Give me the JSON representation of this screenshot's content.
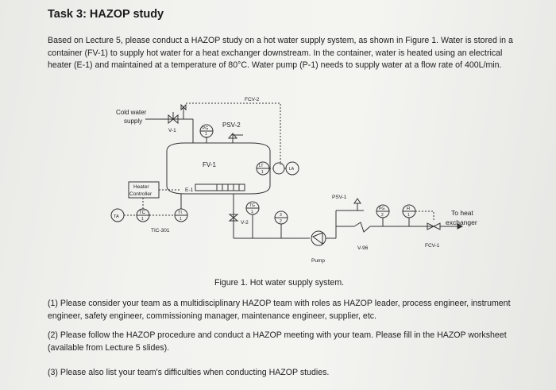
{
  "document": {
    "title": "Task 3: HAZOP study",
    "intro": "Based on Lecture 5, please conduct a HAZOP study on a hot water supply system, as shown in Figure 1. Water is stored in a container (FV-1) to supply hot water for a heat exchanger downstream. In the container, water is heated using an electrical heater (E-1) and maintained at a temperature of 80°C. Water pump (P-1) needs to supply water at a flow rate of 400L/min.",
    "caption": "Figure 1. Hot water supply system.",
    "questions": [
      "(1) Please consider your team as a multidisciplinary HAZOP team with roles as HAZOP leader, process engineer, instrument engineer, safety engineer, commissioning manager, maintenance engineer, supplier, etc.",
      "(2) Please follow the HAZOP procedure and conduct a HAZOP meeting with your team. Please fill in the HAZOP worksheet (available from Lecture 5 slides).",
      "(3) Please also list your team's difficulties when conducting HAZOP studies."
    ]
  },
  "diagram": {
    "cold_water_1": "Cold water",
    "cold_water_2": "supply",
    "v1": "V-1",
    "pg": "PG",
    "psv2": "PSV-2",
    "fcv2": "FCV-2",
    "fv1": "FV-1",
    "heater_1": "Heater",
    "heater_2": "Controller",
    "e1": "E-1",
    "ta": "TA",
    "tc": "TC",
    "ti": "TI",
    "tic": "TIC-301",
    "lt": "LT",
    "la": "LA",
    "tg": "TG",
    "v2": "V-2",
    "psv1": "PSV-1",
    "pg2": "PG",
    "fi": "FI",
    "to_heat_1": "To heat",
    "to_heat_2": "exchanger",
    "v96": "V-96",
    "fcv1": "FCV-1",
    "pump": "Pump",
    "tag1": "1",
    "tag2": "2",
    "tag3": "3"
  }
}
